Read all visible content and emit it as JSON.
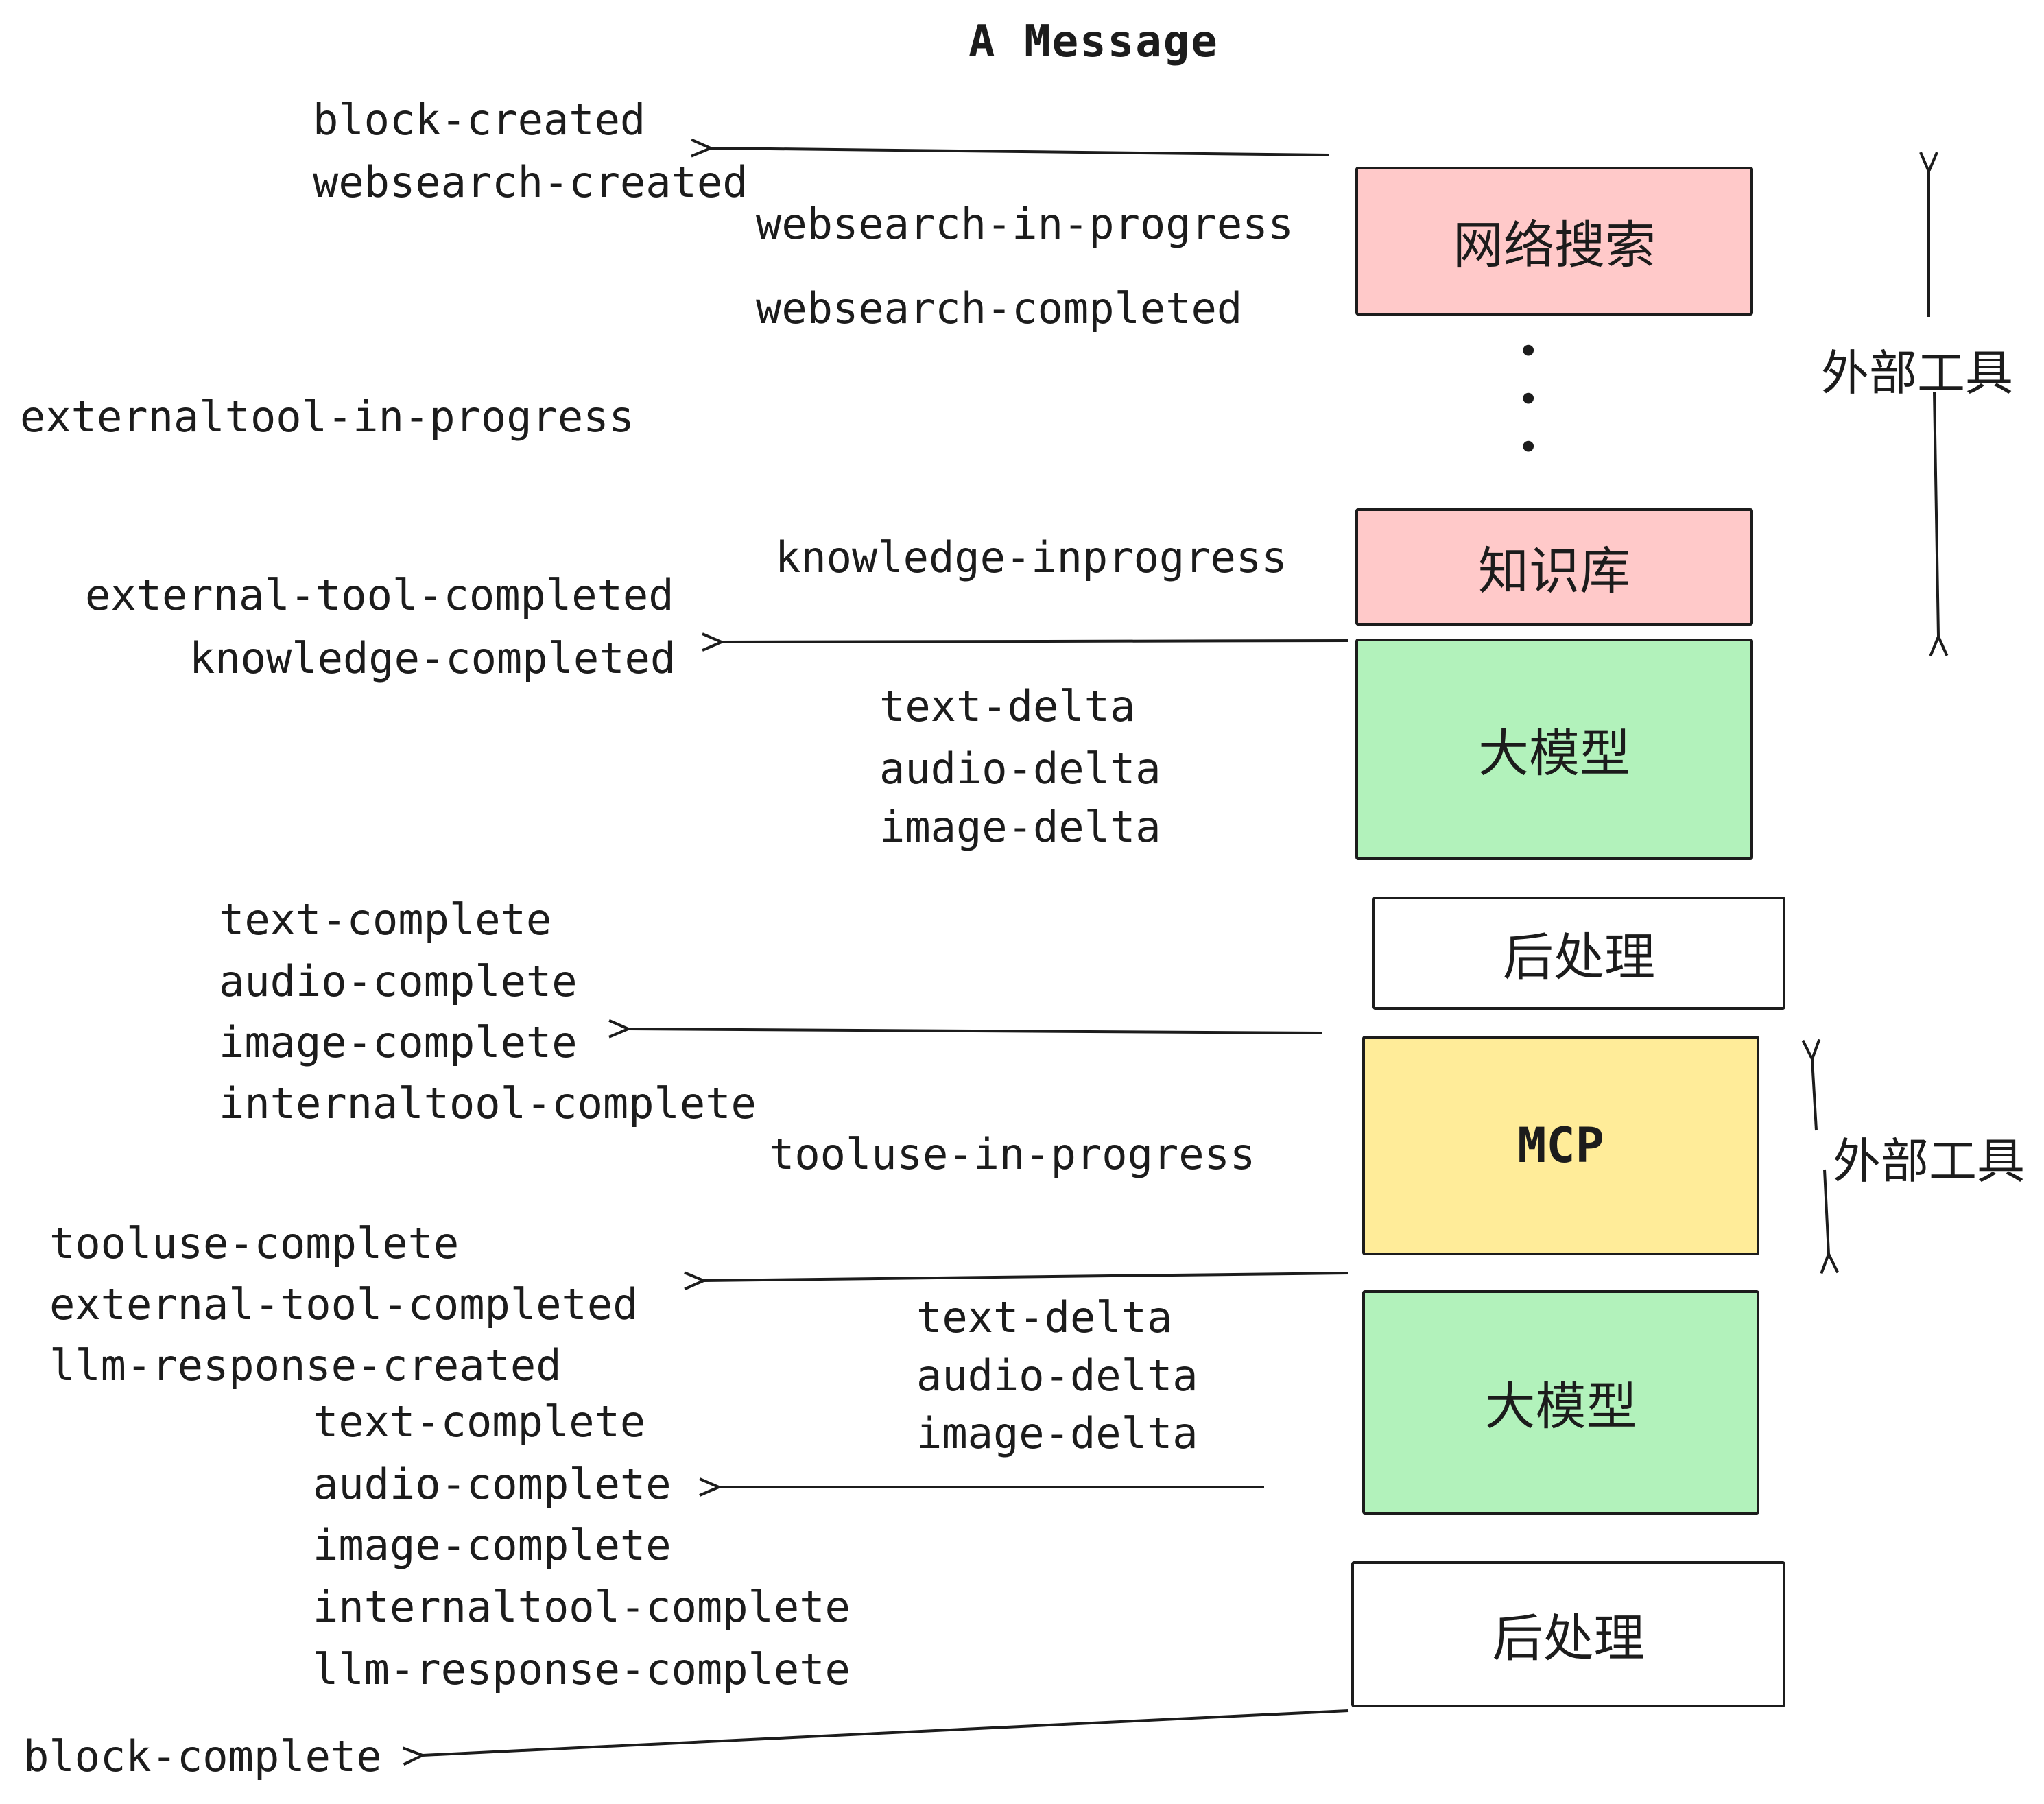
{
  "title": "A Message",
  "events": {
    "block_created": "block-created",
    "websearch_created": "websearch-created",
    "websearch_in_progress": "websearch-in-progress",
    "websearch_completed": "websearch-completed",
    "externaltool_in_progress": "externaltool-in-progress",
    "knowledge_inprogress": "knowledge-inprogress",
    "external_tool_completed": "external-tool-completed",
    "knowledge_completed": "knowledge-completed",
    "text_delta": "text-delta",
    "audio_delta": "audio-delta",
    "image_delta": "image-delta",
    "text_complete": "text-complete",
    "audio_complete": "audio-complete",
    "image_complete": "image-complete",
    "internaltool_complete": "internaltool-complete",
    "tooluse_in_progress": "tooluse-in-progress",
    "tooluse_complete": "tooluse-complete",
    "llm_response_created": "llm-response-created",
    "llm_response_complete": "llm-response-complete",
    "block_complete": "block-complete"
  },
  "boxes": {
    "websearch": "网络搜索",
    "knowledge": "知识库",
    "llm": "大模型",
    "post": "后处理",
    "mcp": "MCP"
  },
  "annotations": {
    "external_tool": "外部工具"
  },
  "dots": {
    "char": "•"
  },
  "colors": {
    "pink": "#ffc9c9",
    "green": "#b2f2bb",
    "yellow": "#ffec99",
    "ink": "#1c1c1c",
    "background": "#ffffff"
  }
}
